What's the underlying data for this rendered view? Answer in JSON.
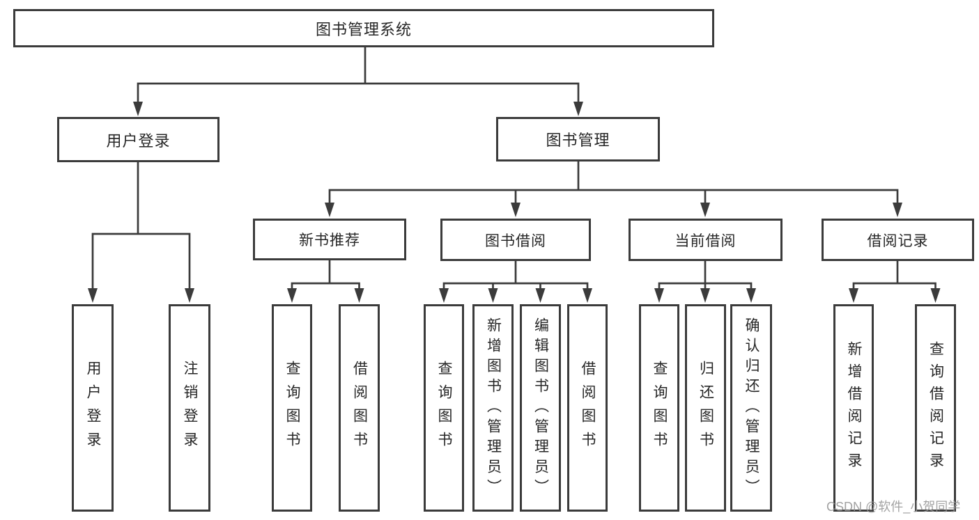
{
  "diagram": {
    "title": "图书管理系统",
    "branches": [
      {
        "label": "用户登录",
        "children": [
          {
            "label": "用户登录"
          },
          {
            "label": "注销登录"
          }
        ]
      },
      {
        "label": "图书管理",
        "children": [
          {
            "label": "新书推荐",
            "children": [
              {
                "label": "查询图书"
              },
              {
                "label": "借阅图书"
              }
            ]
          },
          {
            "label": "图书借阅",
            "children": [
              {
                "label": "查询图书"
              },
              {
                "label": "新增图书（管理员）"
              },
              {
                "label": "编辑图书（管理员）"
              },
              {
                "label": "借阅图书"
              }
            ]
          },
          {
            "label": "当前借阅",
            "children": [
              {
                "label": "查询图书"
              },
              {
                "label": "归还图书"
              },
              {
                "label": "确认归还（管理员）"
              }
            ]
          },
          {
            "label": "借阅记录",
            "children": [
              {
                "label": "新增借阅记录"
              },
              {
                "label": "查询借阅记录"
              }
            ]
          }
        ]
      }
    ]
  },
  "watermark": "CSDN @软件_小贺同学",
  "colors": {
    "line": "#3b3b3b",
    "box_border": "#3b3b3b",
    "text": "#262626",
    "watermark": "#989898",
    "background": "#ffffff"
  }
}
